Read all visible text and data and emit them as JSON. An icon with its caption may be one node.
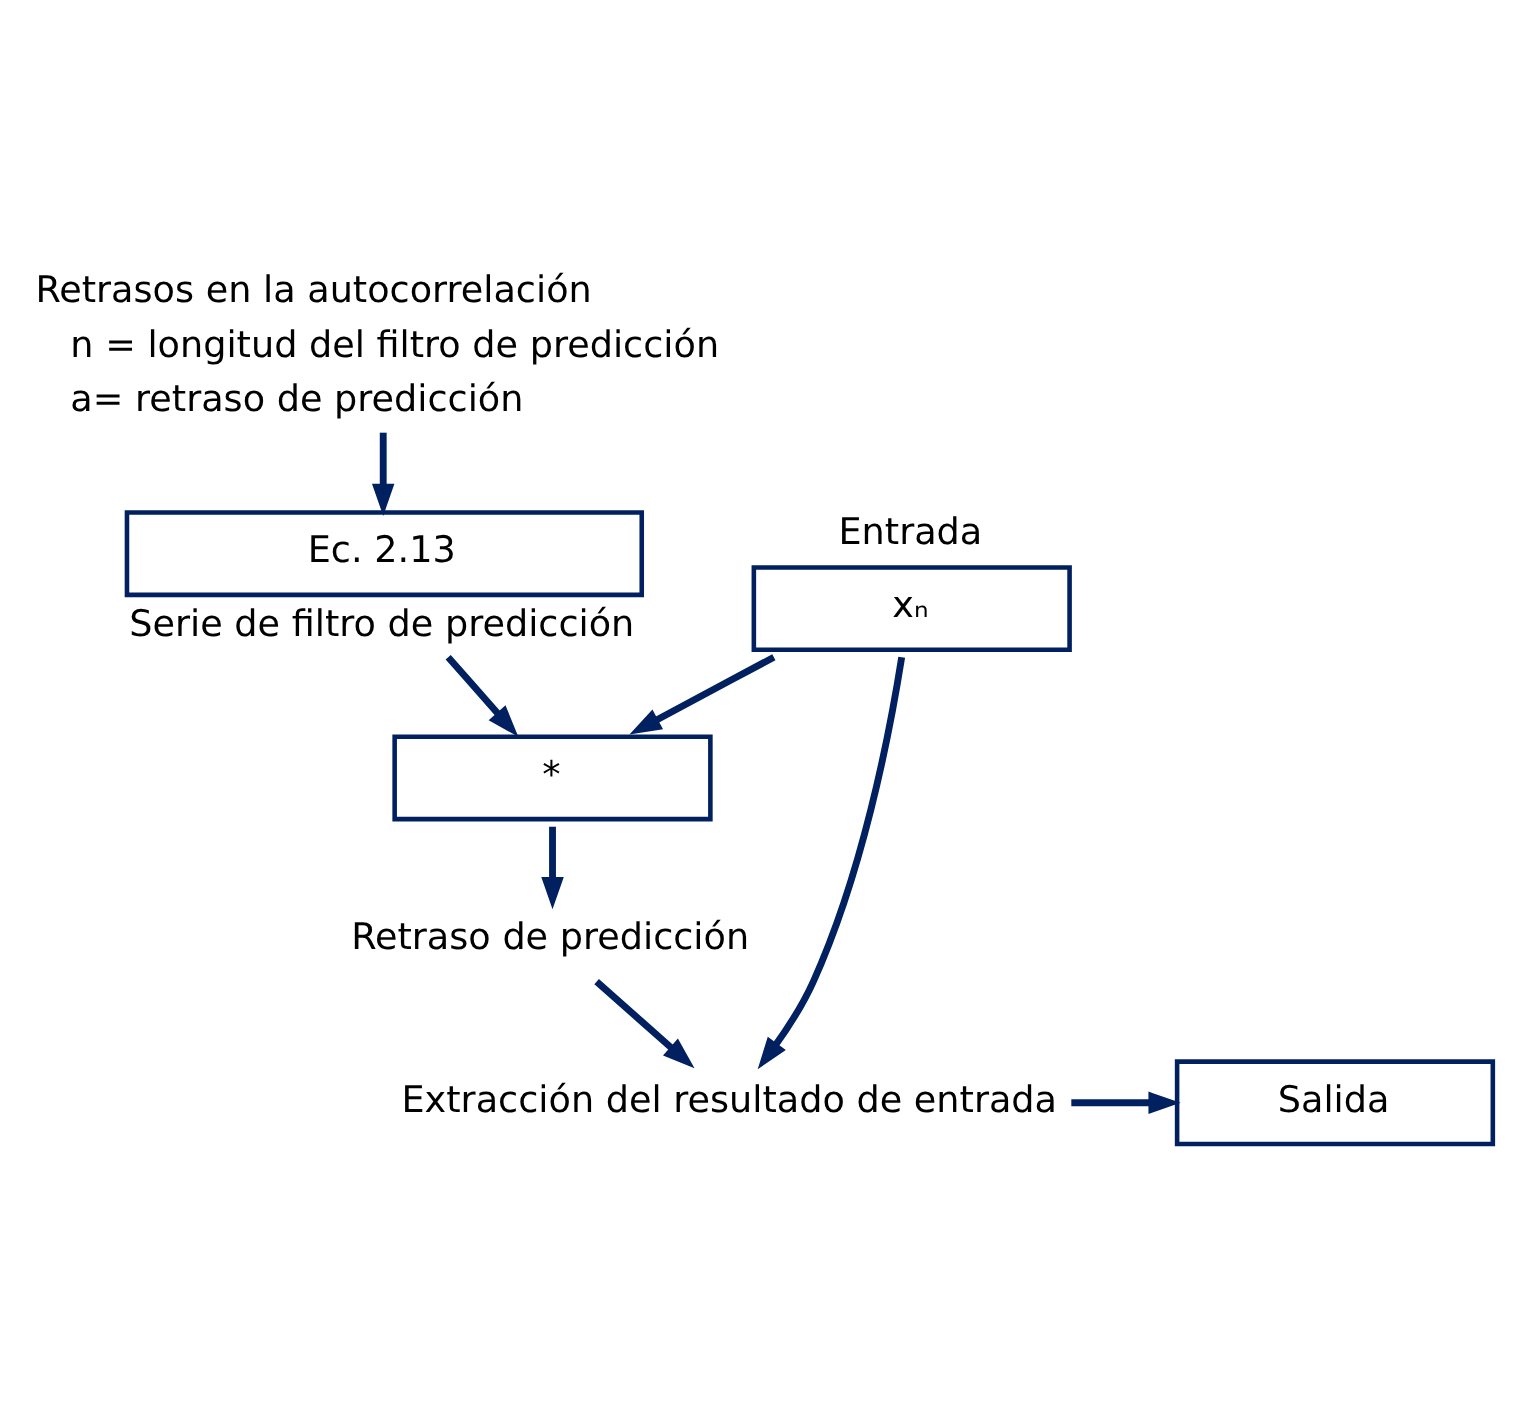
{
  "diagram": {
    "nodes": [
      {
        "text": [
          "Entrada",
          "xₙ"
        ]
      },
      {
        "text": [
          "Retrasos en la autocorrelación",
          "n = longitud del filtro de predicción",
          "a= retraso de predicción"
        ]
      },
      {
        "text": [
          "Ec. 2.13"
        ],
        "beside": [
          "Serie de filtro de predicción"
        ]
      },
      {
        "text": [
          "*"
        ]
      },
      {
        "text": [
          "Retraso de predicción"
        ]
      },
      {
        "text": [
          "Extracción del resultado de entrada"
        ]
      },
      {
        "text": [
          "Salida"
        ]
      }
    ],
    "edges": [
      {
        "from": 1,
        "to": 2,
        "arrow": "to"
      },
      {
        "from": 2,
        "to": 3,
        "arrow": "to"
      },
      {
        "from": 0,
        "to": 3,
        "arrow": "to"
      },
      {
        "from": 3,
        "to": 4,
        "arrow": "to"
      },
      {
        "from": 4,
        "to": 5,
        "arrow": "to"
      },
      {
        "from": 0,
        "to": 5,
        "arrow": "to"
      },
      {
        "from": 5,
        "to": 6,
        "arrow": "to"
      }
    ]
  }
}
